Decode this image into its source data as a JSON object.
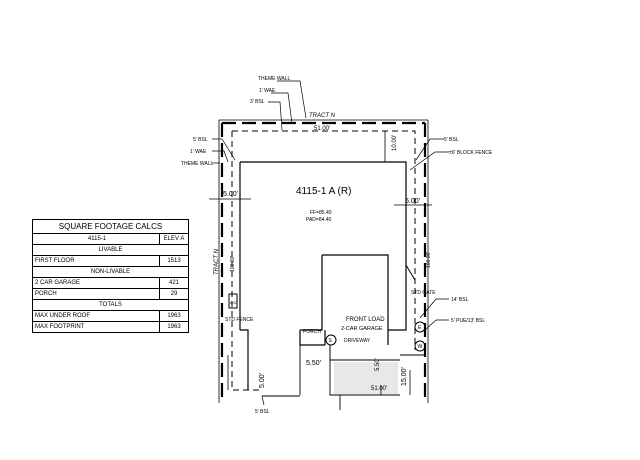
{
  "plan": {
    "lot_label": "4115-1 A (R)",
    "ff": "FF=85.40",
    "pad": "PAD=84.40",
    "tract_top": "TRACT N",
    "tract_left": "TRACT N",
    "dims": {
      "top": "51.00'",
      "bottom": "51.00'",
      "left": "100.00'",
      "right": "100.00'",
      "rear_setback": "10.00'",
      "side_left": "5.00'",
      "side_right": "5.00'",
      "front_left": "5.00'",
      "drive": "5.50'",
      "front_right": "15.00'"
    },
    "labels": {
      "theme_wall_top": "THEME WALL",
      "wae_top": "1' WAE",
      "bsl_top": "3' BSL",
      "bsl_left": "5' BSL",
      "wae_left": "1' WAE",
      "theme_wall_left": "THEME WALL",
      "bsl_right": "5' BSL",
      "block_fence": "±6' BLOCK FENCE",
      "std_gate": "STD GATE",
      "bsl_14": "14' BSL",
      "pue_bsl": "5' PUE/13' BSL",
      "std_fence": "STD FENCE",
      "front_load": "FRONT LOAD",
      "car_garage": "2-CAR GARAGE",
      "porch": "PORCH",
      "driveway": "DRIVEWAY",
      "bsl_bottom": "5' BSL",
      "s_circle": "S",
      "e_circle": "E",
      "w_circle": "W",
      "ac": "A/C"
    }
  },
  "calcs": {
    "title": "SQUARE FOOTAGE CALCS",
    "col1": "4115-1",
    "col2": "ELEV A",
    "livable_header": "LIVABLE",
    "first_floor_label": "FIRST FLOOR",
    "first_floor_value": "1513",
    "nonlivable_header": "NON-LIVABLE",
    "garage_label": "2 CAR GARAGE",
    "garage_value": "421",
    "porch_label": "PORCH",
    "porch_value": "29",
    "totals_header": "TOTALS",
    "under_roof_label": "MAX UNDER ROOF",
    "under_roof_value": "1963",
    "footprint_label": "MAX FOOTPRINT",
    "footprint_value": "1963"
  }
}
